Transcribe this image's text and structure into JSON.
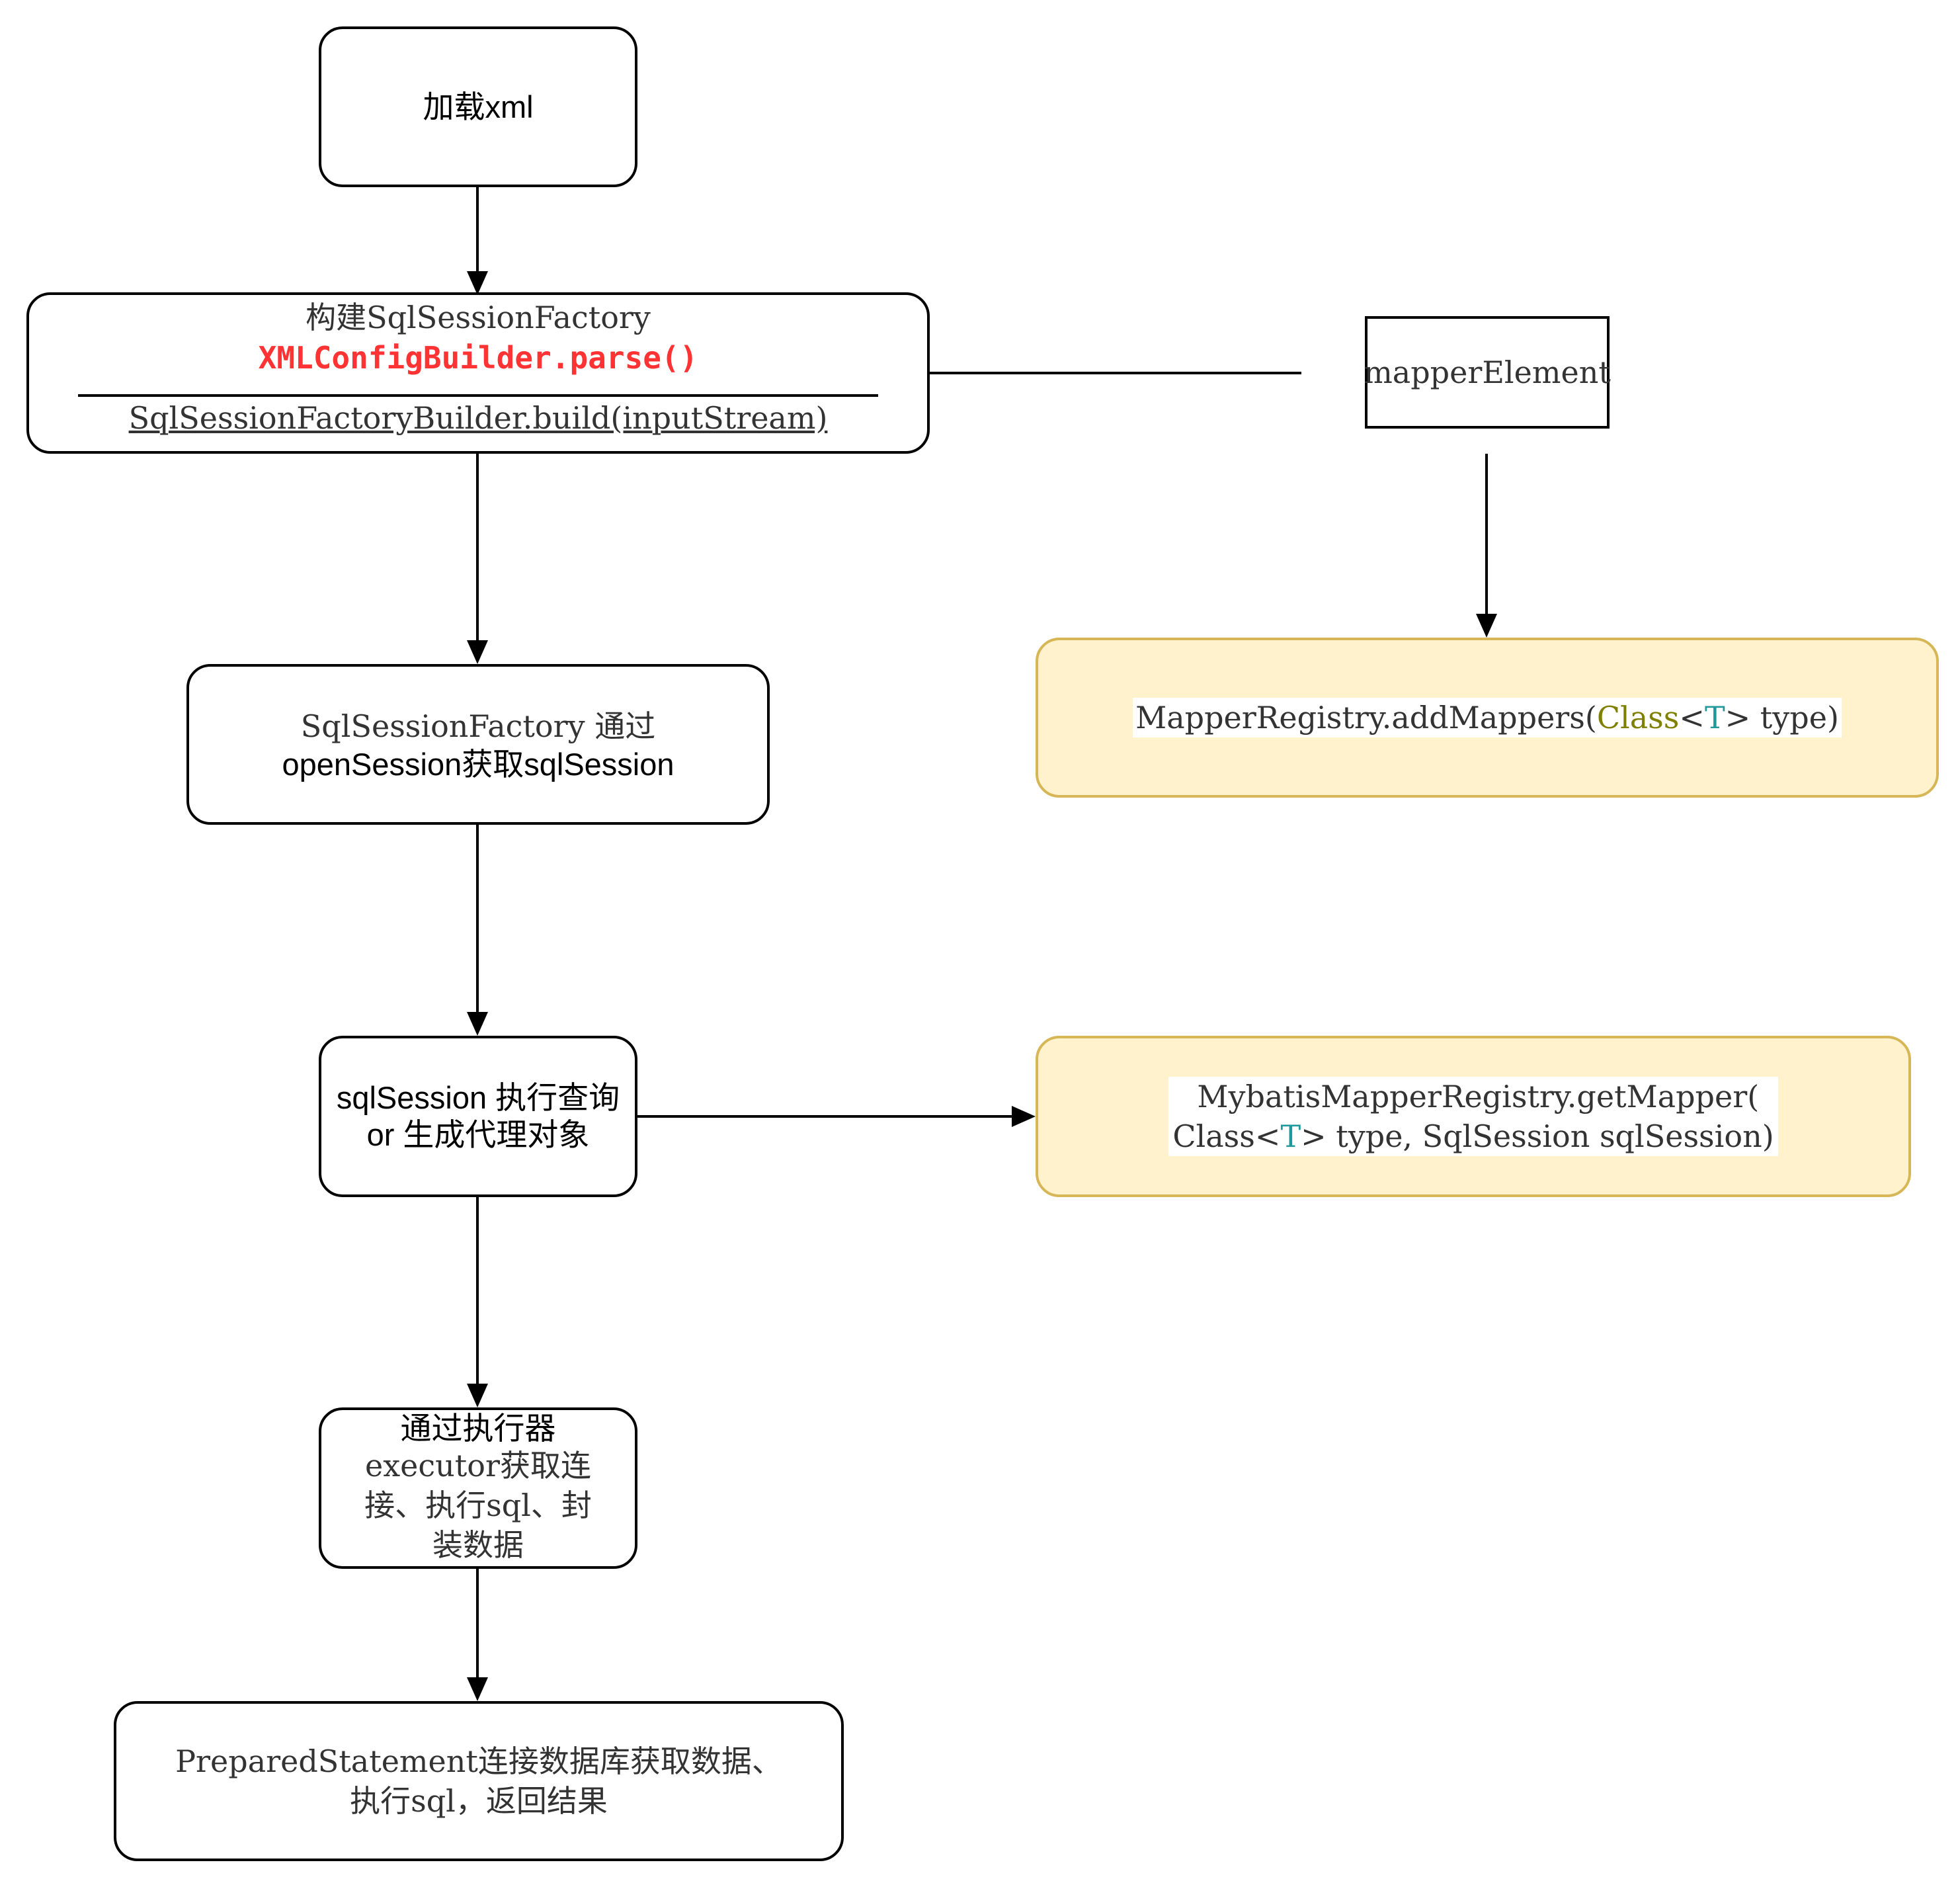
{
  "nodes": {
    "load_xml": {
      "label": "加载xml"
    },
    "build_factory": {
      "line1": "构建SqlSessionFactory",
      "line2": "XMLConfigBuilder.parse()",
      "line3": "SqlSessionFactoryBuilder.build(inputStream)"
    },
    "mapper_element": {
      "label": "mapperElement"
    },
    "add_mappers": {
      "prefix": "MapperRegistry.addMappers(",
      "cls": "Class",
      "lt": "<",
      "t": "T",
      "gt": ">",
      "suffix": " type",
      "close": ")"
    },
    "open_session": {
      "line1": "SqlSessionFactory 通过",
      "line2": "openSession获取sqlSession"
    },
    "execute_query": {
      "line1": "sqlSession 执行查询",
      "line2": "or 生成代理对象"
    },
    "get_mapper": {
      "line1": " MybatisMapperRegistry.getMapper(",
      "line2_prefix": "Class<",
      "line2_t": "T",
      "line2_suffix": "> type, SqlSession sqlSession)"
    },
    "executor": {
      "line1": "通过执行器",
      "line2": "executor获取连",
      "line3": "接、执行sql、封",
      "line4": "装数据"
    },
    "prepared_statement": {
      "line1": "PreparedStatement连接数据库获取数据、",
      "line2": "执行sql，返回结果"
    }
  },
  "colors": {
    "highlight_fill": "#fff2cc",
    "highlight_border": "#d6b656",
    "method_red": "#ff3333",
    "type_param_teal": "#20999d"
  }
}
